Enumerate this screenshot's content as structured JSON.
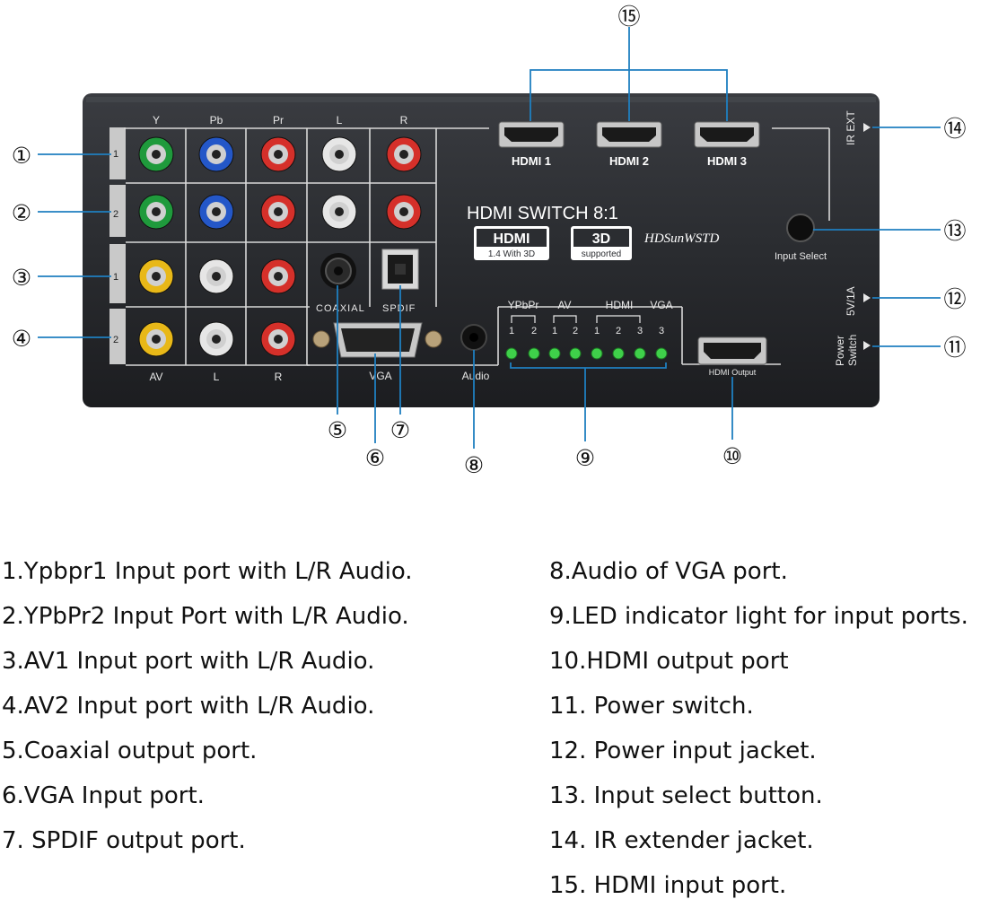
{
  "device": {
    "model_title": "HDMI SWITCH 8:1",
    "hdmi_logo": "HDMI",
    "hdmi_version": "1.4 With 3D",
    "badge_3d": "3D",
    "badge_3d_sub": "supported",
    "brand": "HDSunWSTD",
    "column_labels": [
      "Y",
      "Pb",
      "Pr",
      "L",
      "R"
    ],
    "row_numbers": [
      "1",
      "2",
      "1",
      "2"
    ],
    "bottom_labels": [
      "AV",
      "L",
      "R",
      "VGA",
      "Audio"
    ],
    "coaxial_label": "COAXIAL",
    "spdif_label": "SPDIF",
    "hdmi_inputs": [
      "HDMI 1",
      "HDMI 2",
      "HDMI 3"
    ],
    "led_groups": [
      "YPbPr",
      "AV",
      "HDMI",
      "VGA"
    ],
    "led_numbers": [
      "1",
      "2",
      "1",
      "2",
      "1",
      "2",
      "3",
      "3"
    ],
    "input_select": "Input Select",
    "ir_ext": "IR EXT",
    "power_input": "5V/1A",
    "power_switch_line1": "Power",
    "power_switch_line2": "Switch",
    "hdmi_output": "HDMI Output"
  },
  "callouts": [
    "①",
    "②",
    "③",
    "④",
    "⑤",
    "⑥",
    "⑦",
    "⑧",
    "⑨",
    "⑩",
    "⑪",
    "⑫",
    "⑬",
    "⑭",
    "⑮"
  ],
  "legend_left": [
    "1.Ypbpr1 Input port with L/R Audio.",
    "2.YPbPr2 Input Port with L/R Audio.",
    "3.AV1 Input port with L/R Audio.",
    "4.AV2 Input port with L/R Audio.",
    "5.Coaxial output port.",
    "6.VGA Input port.",
    "7. SPDIF output port."
  ],
  "legend_right": [
    "8.Audio of VGA port.",
    "9.LED indicator light for input ports.",
    "10.HDMI output port",
    "11. Power switch.",
    "12. Power input jacket.",
    "13. Input select button.",
    "14. IR extender jacket.",
    "15. HDMI input port."
  ],
  "colors": {
    "panel": "#2b2d31",
    "leader": "#1f7fc0",
    "led": "#3fd04a",
    "rca_green": "#1f9a3c",
    "rca_blue": "#2457c8",
    "rca_red": "#d5302a",
    "rca_white": "#e6e6e6",
    "rca_yellow": "#e8b818"
  }
}
